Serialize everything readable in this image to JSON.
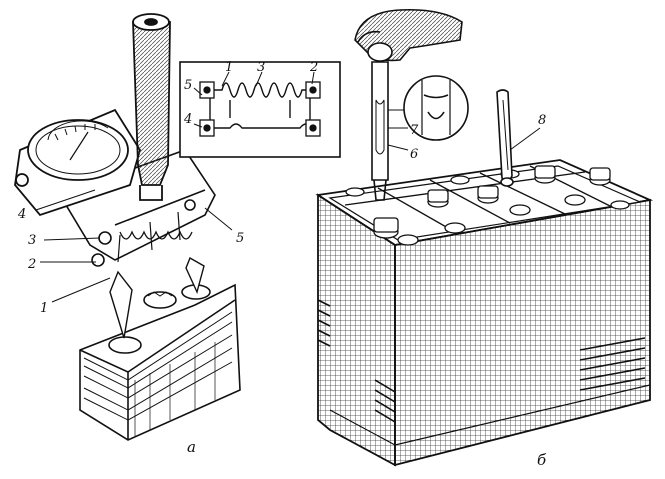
{
  "figure_a": {
    "caption": "а",
    "labels": [
      "1",
      "2",
      "3",
      "4",
      "5"
    ],
    "inset_labels": [
      "1",
      "3",
      "2",
      "5",
      "4"
    ]
  },
  "figure_b": {
    "caption": "б",
    "labels": [
      "7",
      "6",
      "8"
    ]
  }
}
